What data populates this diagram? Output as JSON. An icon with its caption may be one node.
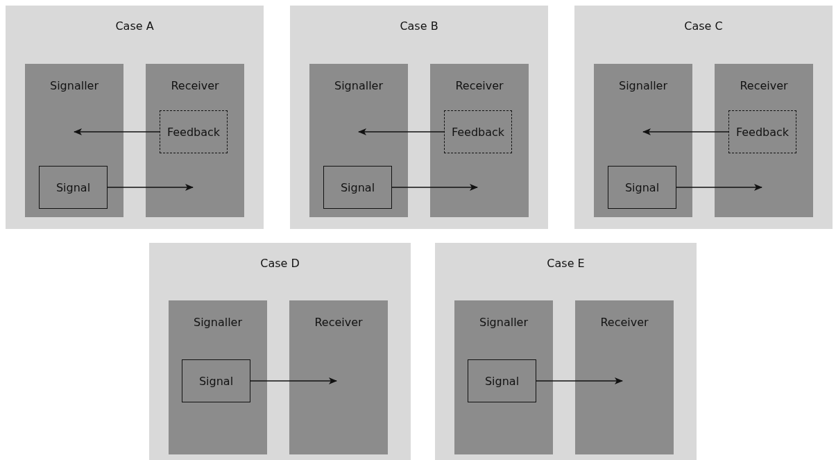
{
  "diagram": {
    "nodes": [
      {
        "text": [
          "Case A"
        ]
      },
      {
        "text": [
          "Signaller"
        ],
        "in": 0
      },
      {
        "text": [
          "Receiver"
        ],
        "in": 0
      },
      {
        "text": [
          "Feedback"
        ],
        "in": 2
      },
      {
        "text": [
          "Signal"
        ],
        "in": 1
      },
      {
        "text": [
          "Case B"
        ]
      },
      {
        "text": [
          "Signaller"
        ],
        "in": 5
      },
      {
        "text": [
          "Receiver"
        ],
        "in": 5
      },
      {
        "text": [
          "Feedback"
        ],
        "in": 7
      },
      {
        "text": [
          "Signal"
        ],
        "in": 6
      },
      {
        "text": [
          "Case C"
        ]
      },
      {
        "text": [
          "Signaller"
        ],
        "in": 10
      },
      {
        "text": [
          "Receiver"
        ],
        "in": 10
      },
      {
        "text": [
          "Feedback"
        ],
        "in": 12
      },
      {
        "text": [
          "Signal"
        ],
        "in": 11
      },
      {
        "text": [
          "Case D"
        ]
      },
      {
        "text": [
          "Signaller"
        ],
        "in": 15
      },
      {
        "text": [
          "Receiver"
        ],
        "in": 15
      },
      {
        "text": [
          "Signal"
        ],
        "in": 16
      },
      {
        "text": [
          "Case E"
        ]
      },
      {
        "text": [
          "Signaller"
        ],
        "in": 19
      },
      {
        "text": [
          "Receiver"
        ],
        "in": 19
      },
      {
        "text": [
          "Signal"
        ],
        "in": 20
      }
    ],
    "edges": [
      {
        "from": 3,
        "to": null,
        "arrow": "to"
      },
      {
        "from": 4,
        "to": 2,
        "arrow": "to"
      },
      {
        "from": 8,
        "to": null,
        "arrow": "to"
      },
      {
        "from": 9,
        "to": 7,
        "arrow": "to"
      },
      {
        "from": 13,
        "to": null,
        "arrow": "to"
      },
      {
        "from": 14,
        "to": 12,
        "arrow": "to"
      },
      {
        "from": 18,
        "to": 17,
        "arrow": "to"
      },
      {
        "from": 22,
        "to": 21,
        "arrow": "to"
      }
    ]
  }
}
